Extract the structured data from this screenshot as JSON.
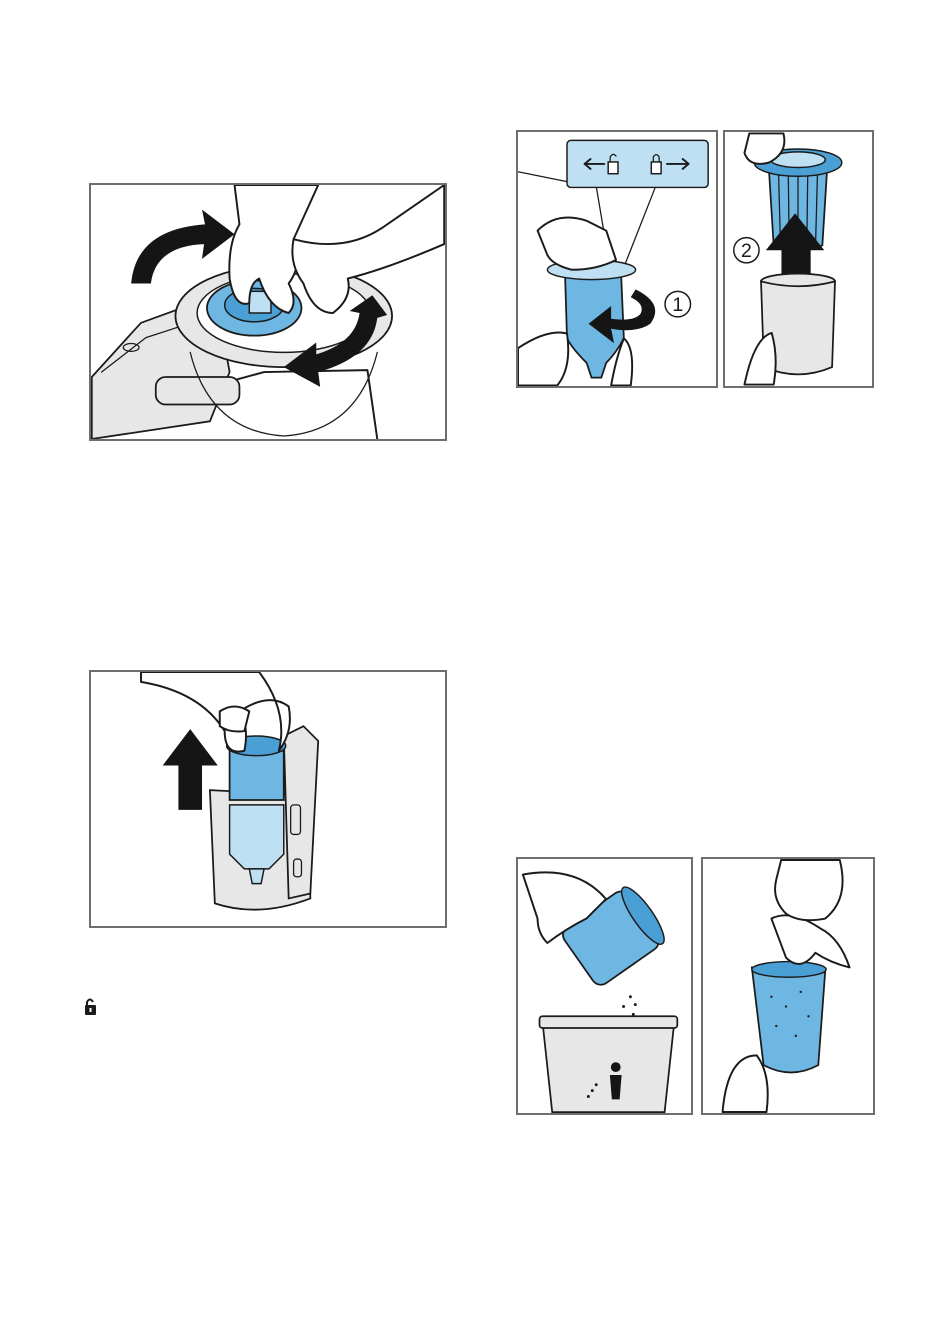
{
  "figures": [
    {
      "id": "fig-remove-filter-turn"
    },
    {
      "id": "fig-unlock-filter-step1",
      "step_label": "1"
    },
    {
      "id": "fig-pull-filter-step2",
      "step_label": "2"
    },
    {
      "id": "fig-lift-filter-out"
    },
    {
      "id": "fig-empty-filter-into-bin"
    },
    {
      "id": "fig-clean-filter-with-cloth"
    }
  ],
  "icons": {
    "unlock": "open-padlock-icon",
    "lock": "closed-padlock-icon",
    "waste_bin": "waste-bin-person-icon"
  },
  "colors": {
    "filter_blue": "#6fb7e3",
    "filter_dark_blue": "#4a9fd4",
    "frame": "#6e6e6e",
    "arrow": "#151515"
  }
}
